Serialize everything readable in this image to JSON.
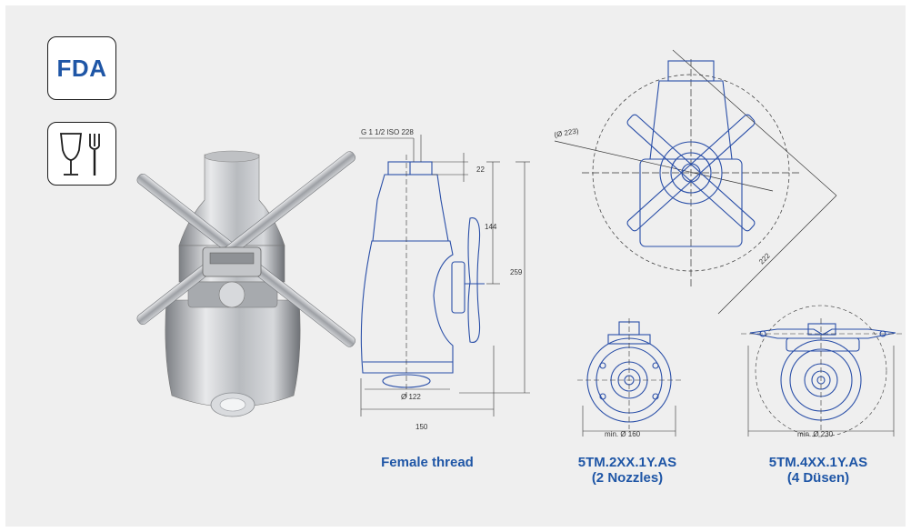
{
  "certifications": {
    "fda_label": "FDA",
    "food_icon": "fork-glass-food-safe-icon"
  },
  "drawings": {
    "side_view": {
      "thread_label": "G 1 1/2 ISO 228",
      "dim_22": "22",
      "dim_144": "144",
      "dim_259": "259",
      "dim_122": "Ø 122",
      "dim_150": "150"
    },
    "top_view": {
      "dim_223": "(Ø 223)",
      "dim_222": "222"
    },
    "bottom_2": {
      "dim": "min. Ø 160"
    },
    "bottom_4": {
      "dim": "min. Ø 230"
    }
  },
  "captions": {
    "female_thread": "Female thread",
    "model_2_line1": "5TM.2XX.1Y.AS",
    "model_2_line2": "(2 Nozzles)",
    "model_4_line1": "5TM.4XX.1Y.AS",
    "model_4_line2": "(4 Düsen)"
  },
  "colors": {
    "background": "#efefef",
    "drawing_blue": "#2a4fa8",
    "caption_blue": "#1f56a6"
  }
}
